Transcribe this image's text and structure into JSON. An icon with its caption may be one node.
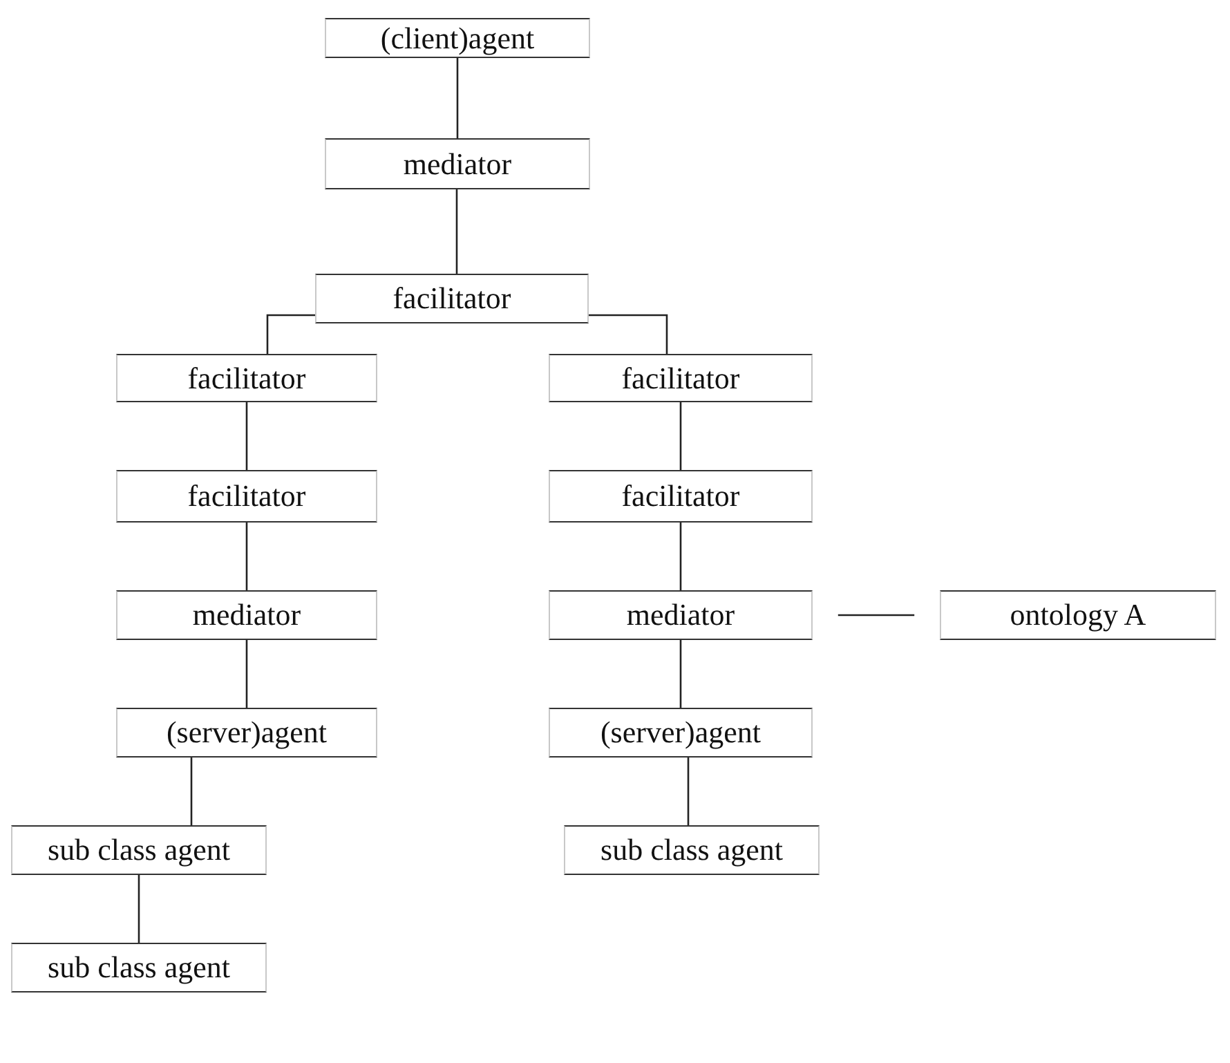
{
  "diagram": {
    "nodes": [
      {
        "text": [
          "(client)agent"
        ]
      },
      {
        "text": [
          "mediator"
        ]
      },
      {
        "text": [
          "facilitator"
        ]
      },
      {
        "text": [
          "facilitator"
        ]
      },
      {
        "text": [
          "facilitator"
        ]
      },
      {
        "text": [
          "facilitator"
        ]
      },
      {
        "text": [
          "facilitator"
        ]
      },
      {
        "text": [
          "mediator"
        ]
      },
      {
        "text": [
          "mediator"
        ]
      },
      {
        "text": [
          "ontology A"
        ]
      },
      {
        "text": [
          "(server)agent"
        ]
      },
      {
        "text": [
          "(server)agent"
        ]
      },
      {
        "text": [
          "sub class agent"
        ]
      },
      {
        "text": [
          "sub class agent"
        ]
      },
      {
        "text": [
          "sub class agent"
        ]
      }
    ],
    "edges": [
      {
        "from": 0,
        "to": 1,
        "arrow": "none"
      },
      {
        "from": 1,
        "to": 2,
        "arrow": "none"
      },
      {
        "from": 2,
        "to": 3,
        "arrow": "none"
      },
      {
        "from": 2,
        "to": 4,
        "arrow": "none"
      },
      {
        "from": 3,
        "to": 5,
        "arrow": "none"
      },
      {
        "from": 4,
        "to": 6,
        "arrow": "none"
      },
      {
        "from": 5,
        "to": 7,
        "arrow": "none"
      },
      {
        "from": 6,
        "to": 8,
        "arrow": "none"
      },
      {
        "from": 8,
        "to": 9,
        "arrow": "none"
      },
      {
        "from": 7,
        "to": 10,
        "arrow": "none"
      },
      {
        "from": 8,
        "to": 11,
        "arrow": "none"
      },
      {
        "from": 10,
        "to": 12,
        "arrow": "none"
      },
      {
        "from": 11,
        "to": 13,
        "arrow": "none"
      },
      {
        "from": 12,
        "to": 14,
        "arrow": "none"
      }
    ]
  }
}
